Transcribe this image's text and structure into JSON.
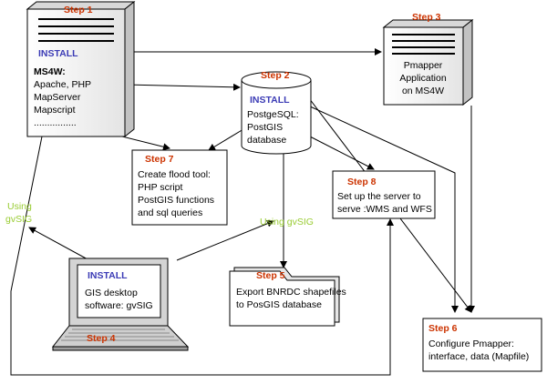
{
  "steps": {
    "s1": {
      "label": "Step 1",
      "install": "INSTALL",
      "heading": "MS4W:",
      "lines": [
        "Apache, PHP",
        "MapServer",
        "Mapscript",
        "................"
      ]
    },
    "s2": {
      "label": "Step 2",
      "install": "INSTALL",
      "lines": [
        "PostgeSQL:",
        "PostGIS",
        "database"
      ]
    },
    "s3": {
      "label": "Step 3",
      "lines": [
        "Pmapper",
        "Application",
        "on MS4W"
      ]
    },
    "s4": {
      "label": "Step 4",
      "install": "INSTALL",
      "lines": [
        "GIS desktop",
        "software: gvSIG"
      ]
    },
    "s5": {
      "label": "Step 5",
      "lines": [
        "Export BNRDC shapefiles",
        "to PosGIS database"
      ]
    },
    "s6": {
      "label": "Step 6",
      "lines": [
        "Configure  Pmapper:",
        "interface, data (Mapfile)"
      ]
    },
    "s7": {
      "label": "Step 7",
      "lines": [
        "Create flood tool:",
        "PHP script",
        "PostGIS functions",
        "and sql queries"
      ]
    },
    "s8": {
      "label": "Step 8",
      "lines": [
        "Set up the server to",
        "serve :WMS and WFS"
      ]
    }
  },
  "annotations": {
    "using_left_1": "Using",
    "using_left_2": "gvSIG",
    "using_mid": "Using  gvSIG"
  },
  "colors": {
    "step": "#cc3300",
    "install": "#3b3bb5",
    "using": "#99cc33"
  }
}
